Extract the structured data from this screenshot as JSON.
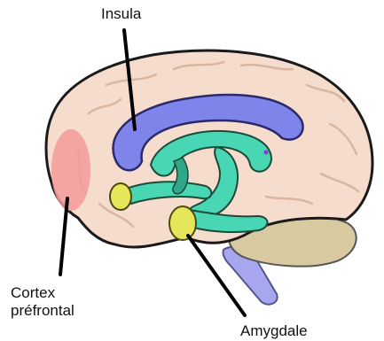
{
  "labels": {
    "insula": "Insula",
    "cortex_line1": "Cortex",
    "cortex_line2": "préfrontal",
    "amygdale": "Amygdale"
  },
  "colors": {
    "brain_fill": "#f6dccd",
    "brain_outline": "#1a1a1a",
    "fold_lines": "#d9b6a0",
    "insula_blue": "#7f84ea",
    "insula_blue_dark": "#4d52c8",
    "limbic_green": "#49d6b4",
    "limbic_green_dark": "#1f8f73",
    "amygdala_yellow": "#e6e65a",
    "prefrontal_red": "#f49a9a",
    "cerebellum": "#d8c9a0",
    "brainstem": "#a7a7f0"
  }
}
